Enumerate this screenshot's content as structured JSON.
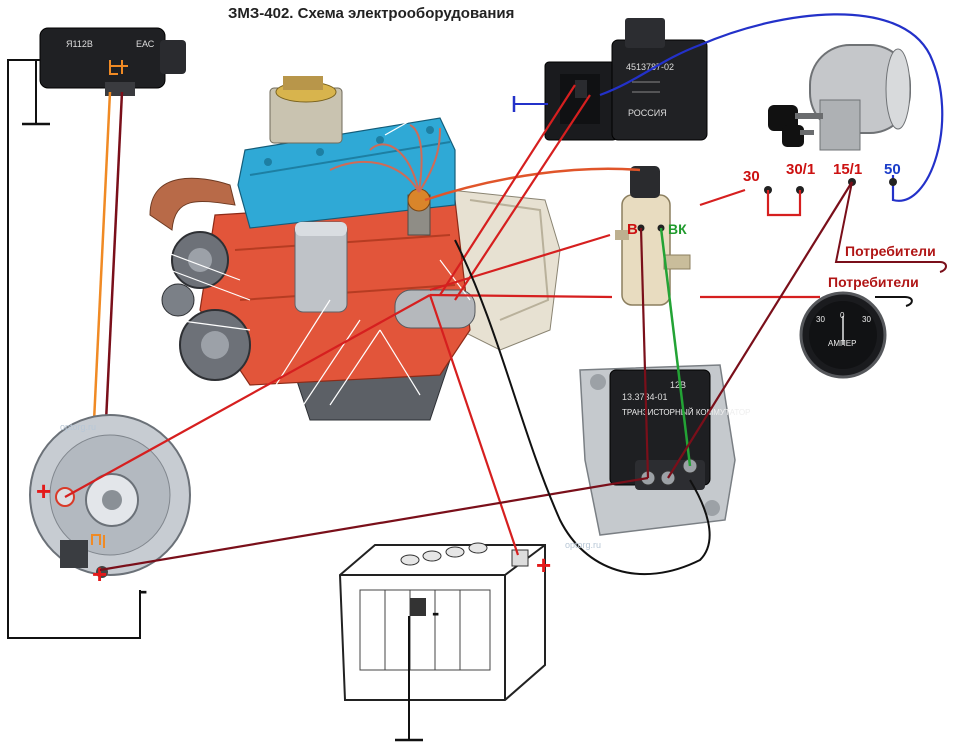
{
  "title": "ЗМЗ-402. Схема электрооборудования",
  "terminals": {
    "t30": "30",
    "t30_1": "30/1",
    "t15_1": "15/1",
    "t50": "50",
    "coil_b": "В",
    "coil_vk": "ВК"
  },
  "consumers": {
    "c1": "Потребители",
    "c2": "Потребители"
  },
  "polarity": {
    "alt_plus": "+",
    "alt_plus2": "+",
    "alt_minus": "-",
    "bat_plus": "+",
    "bat_minus": "-"
  },
  "labels": {
    "regulator_top": "Я112В",
    "regulator_ec": "ЕАС",
    "relay_part": "4513787-02",
    "relay_brand": "РОССИЯ",
    "switch_part": "13.3734-01",
    "switch_voltage": "12В",
    "switch_text": "ТРАНЗИСТОРНЫЙ КОММУТАТОР",
    "ammeter_label": "АМПЕР"
  },
  "watermark": "optorg.ru",
  "colors": {
    "red_wire": "#d61f1f",
    "dark_red_wire": "#7a0f1a",
    "orange_wire": "#f08a24",
    "blue_wire": "#2331c9",
    "green_wire": "#23a335",
    "black_wire": "#111111",
    "block": "#e2553a",
    "head": "#2fa9d6"
  },
  "icons": [
    "ground-icon",
    "relay-icon",
    "ignition-switch-icon",
    "key-icon",
    "ignition-coil-icon",
    "ammeter-icon",
    "battery-icon",
    "alternator-icon",
    "regulator-icon",
    "commutator-icon",
    "engine-icon"
  ]
}
